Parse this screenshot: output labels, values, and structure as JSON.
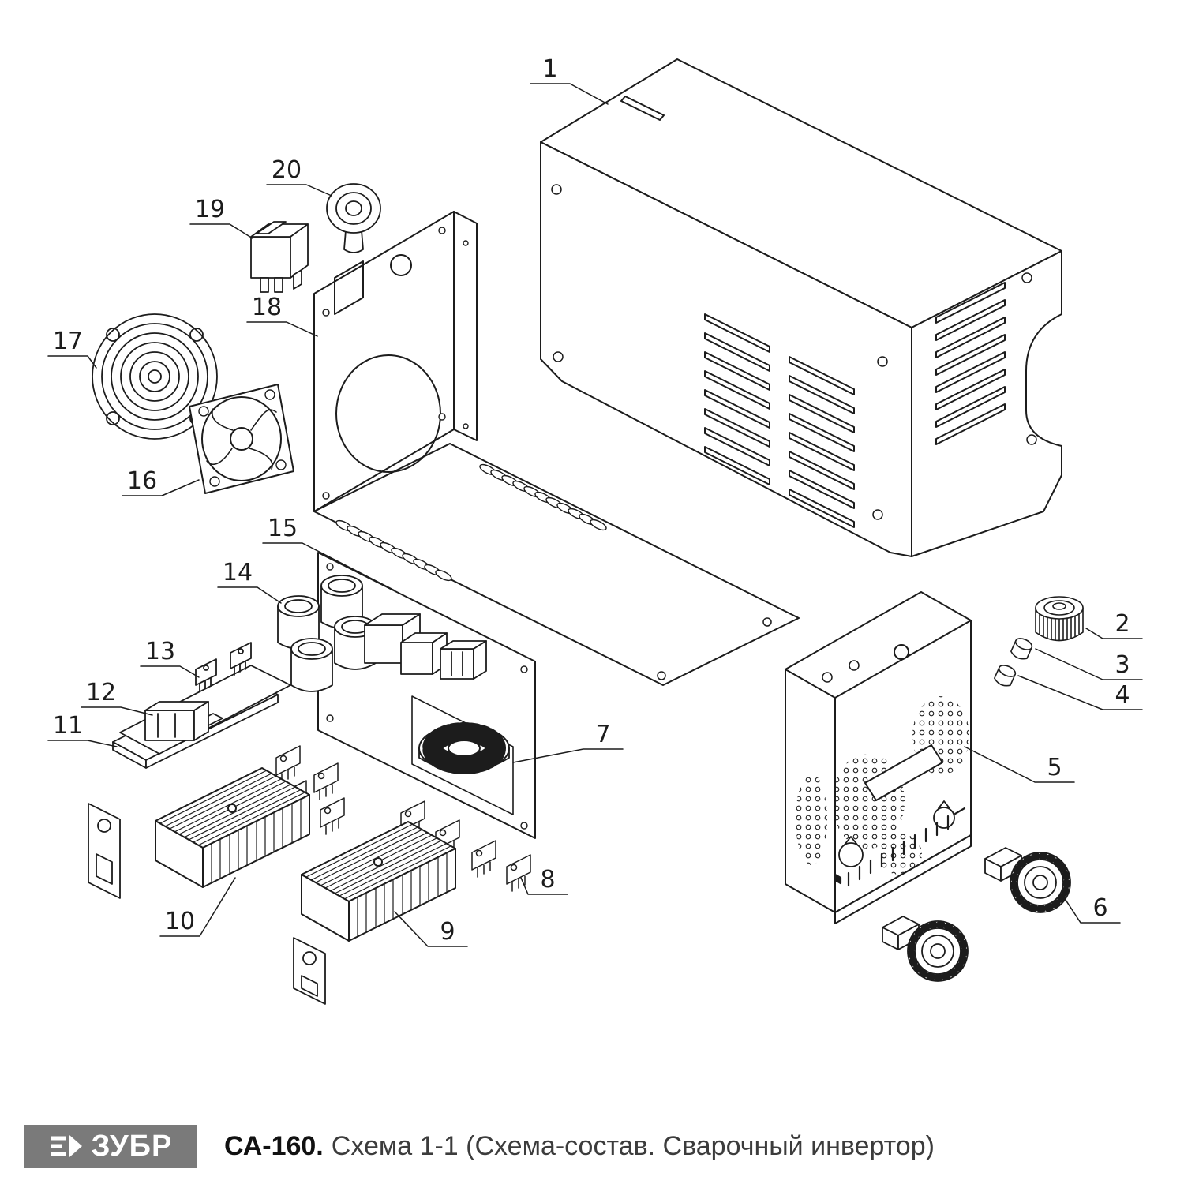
{
  "page": {
    "background": "#ffffff",
    "line_color": "#1c1c1c"
  },
  "diagram": {
    "type": "exploded-view",
    "callouts": [
      "1",
      "2",
      "3",
      "4",
      "5",
      "6",
      "7",
      "8",
      "9",
      "10",
      "11",
      "12",
      "13",
      "14",
      "15",
      "16",
      "17",
      "18",
      "19",
      "20"
    ]
  },
  "footer": {
    "brand": "ЗУБР",
    "brand_bg": "#7a7a7a",
    "model": "СА-160.",
    "scheme_title": "Схема 1-1 (Схема-состав. Сварочный инвертор)"
  }
}
